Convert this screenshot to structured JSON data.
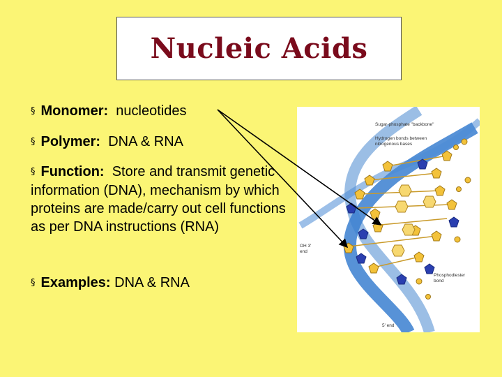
{
  "slide": {
    "title": "Nucleic Acids",
    "bullets": [
      {
        "marker": "§",
        "term": "Monomer:",
        "text": "nucleotides"
      },
      {
        "marker": "§",
        "term": "Polymer:",
        "text": "DNA & RNA"
      },
      {
        "marker": "§",
        "term": "Function:",
        "text": "Store and transmit genetic information (DNA), mechanism by which proteins are made/carry out cell functions as per DNA instructions (RNA)"
      },
      {
        "marker": "§",
        "term": "Examples:",
        "text": "DNA & RNA"
      }
    ]
  },
  "figure": {
    "labels": {
      "backbone": "Sugar-phosphate \"backbone\"",
      "hydrogen_bonds": "Hydrogen bonds between nitrogenous bases",
      "oh_end": "OH 3' end",
      "phosphodiester": "Phosphodiester bond",
      "five_end": "5' end"
    }
  },
  "colors": {
    "background": "#fbf575",
    "title": "#7a0b1c",
    "helix_blue": "#3a7fd0",
    "phosphate": "#2a3fb0",
    "sugar": "#f3c23a"
  }
}
